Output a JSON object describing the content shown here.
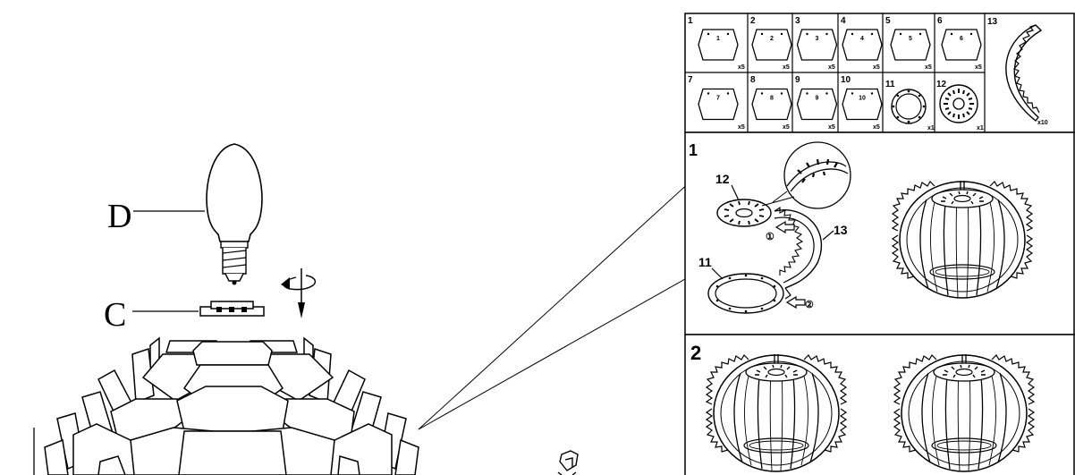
{
  "lamp_labels": {
    "bulb": "D",
    "holder": "C"
  },
  "callout_markers": [
    "①",
    "②"
  ],
  "parts": [
    {
      "num": "1",
      "shape_num": "1",
      "qty": "x5"
    },
    {
      "num": "2",
      "shape_num": "2",
      "qty": "x5"
    },
    {
      "num": "3",
      "shape_num": "3",
      "qty": "x5"
    },
    {
      "num": "4",
      "shape_num": "4",
      "qty": "x5"
    },
    {
      "num": "5",
      "shape_num": "5",
      "qty": "x5"
    },
    {
      "num": "6",
      "shape_num": "6",
      "qty": "x5"
    },
    {
      "num": "7",
      "shape_num": "7",
      "qty": "x5"
    },
    {
      "num": "8",
      "shape_num": "8",
      "qty": "x5"
    },
    {
      "num": "9",
      "shape_num": "9",
      "qty": "x5"
    },
    {
      "num": "10",
      "shape_num": "10",
      "qty": "x5"
    },
    {
      "num": "11",
      "shape_num": "",
      "qty": "x1"
    },
    {
      "num": "12",
      "shape_num": "",
      "qty": "x1"
    },
    {
      "num": "13",
      "shape_num": "",
      "qty": "x10"
    }
  ],
  "steps": [
    {
      "number": "1",
      "callouts": {
        "top_ring": "12",
        "rib": "13",
        "bottom_ring": "11"
      }
    },
    {
      "number": "2"
    }
  ],
  "colors": {
    "ink": "#000000",
    "paper": "#ffffff"
  }
}
